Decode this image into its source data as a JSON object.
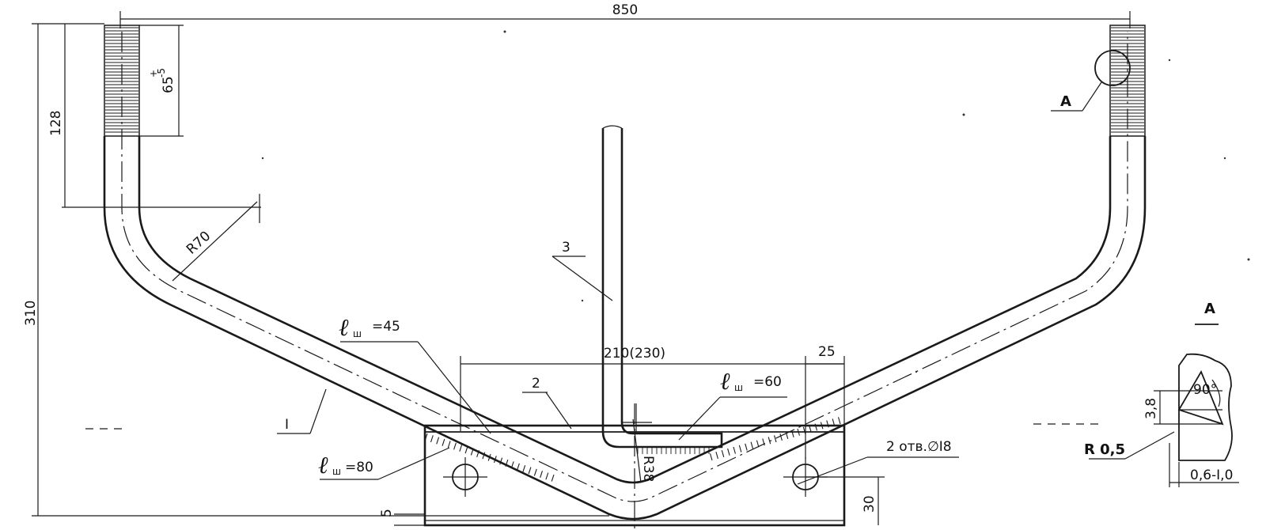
{
  "dimensions": {
    "overall_width": "850",
    "overall_height": "310",
    "straight_length": "128",
    "thread_length": "65",
    "thread_tol_upper": "+",
    "thread_tol_lower": "-5",
    "bend_radius": "R70",
    "plate_width": "210(230)",
    "edge_dist": "25",
    "plate_thickness": "5",
    "hole_height": "30",
    "inner_radius": "R38"
  },
  "weld_labels": {
    "w45": {
      "symbol": "ℓ",
      "sub": "ш",
      "value": "=45"
    },
    "w60": {
      "symbol": "ℓ",
      "sub": "ш",
      "value": "=60"
    },
    "w80": {
      "symbol": "ℓ",
      "sub": "ш",
      "value": "=80"
    }
  },
  "parts": {
    "part1": "I",
    "part2": "2",
    "part3": "3"
  },
  "holes_note": "2 отв.∅I8",
  "detail": {
    "callout": "А",
    "title": "А",
    "angle": "90°",
    "depth": "3,8",
    "radius": "R 0,5",
    "range": "0,6-I,0"
  }
}
